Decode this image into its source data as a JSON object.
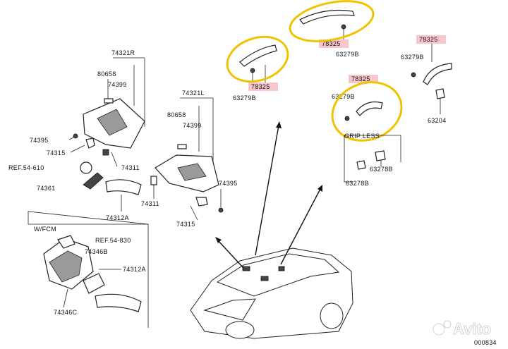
{
  "labels": {
    "l74321r": "74321R",
    "l80658a": "80658",
    "l74399a": "74399",
    "l74395a": "74395",
    "l74315a": "74315",
    "lref610": "REF.54-610",
    "l74311a": "74311",
    "l74361": "74361",
    "l74312a": "74312A",
    "l74321l": "74321L",
    "l80658b": "80658",
    "l74399b": "74399",
    "l74395b": "74395",
    "l74311b": "74311",
    "l74315b": "74315",
    "lwfcm": "W/FCM",
    "lref830": "REF.54-830",
    "l74346b": "74346B",
    "l74312ab": "74312A",
    "l74346c": "74346C",
    "l78325a": "78325",
    "l63279ba": "63279B",
    "l78325b": "78325",
    "l63279bb": "63279B",
    "l78325c": "78325",
    "l63279bc": "63279B",
    "lgripless": "GRIP LESS",
    "l63278ba": "63278B",
    "l63278bb": "63278B",
    "l78325d": "78325",
    "l63279bd": "63279B",
    "l63204": "63204",
    "lcode": "000834"
  },
  "watermark": {
    "text": "Avito"
  },
  "colors": {
    "highlight_circle": "#f2c200",
    "label_highlight": "#f7c6cc"
  }
}
